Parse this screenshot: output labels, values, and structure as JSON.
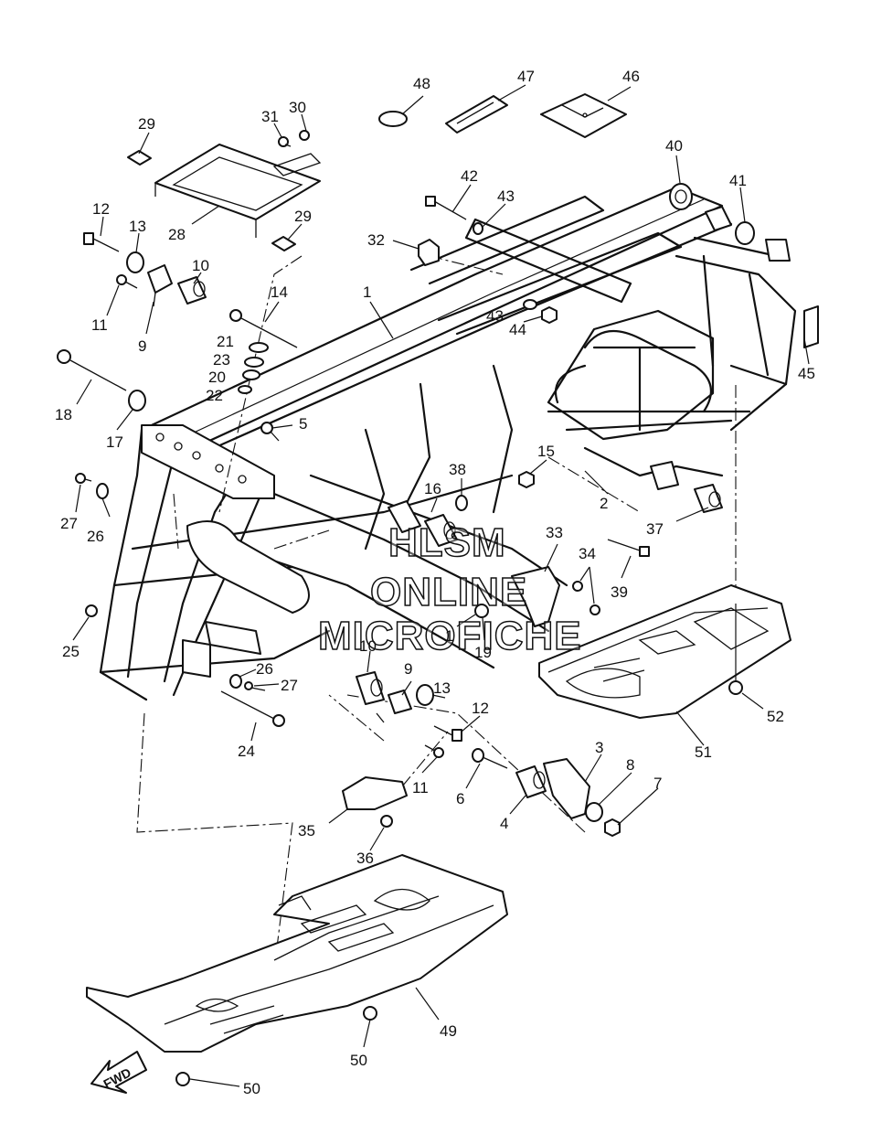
{
  "watermark": {
    "line1": "HLSM",
    "line2": "ONLINE",
    "line3": "MICROFICHE"
  },
  "direction_arrow": {
    "label": "FWD"
  },
  "callouts": {
    "c1": "1",
    "c1b": "1",
    "c2": "2",
    "c3": "3",
    "c4": "4",
    "c5": "5",
    "c6": "6",
    "c7": "7",
    "c8": "8",
    "c9a": "9",
    "c9b": "9",
    "c10a": "10",
    "c10b": "10",
    "c11a": "11",
    "c11b": "11",
    "c12a": "12",
    "c12b": "12",
    "c13a": "13",
    "c13b": "13",
    "c14": "14",
    "c15": "15",
    "c16": "16",
    "c17": "17",
    "c18": "18",
    "c19": "19",
    "c20": "20",
    "c21": "21",
    "c22": "22",
    "c23": "23",
    "c24": "24",
    "c25": "25",
    "c26a": "26",
    "c26b": "26",
    "c27a": "27",
    "c27b": "27",
    "c28": "28",
    "c29a": "29",
    "c29b": "29",
    "c30": "30",
    "c31": "31",
    "c32": "32",
    "c33": "33",
    "c34": "34",
    "c35": "35",
    "c36": "36",
    "c37": "37",
    "c38": "38",
    "c39": "39",
    "c40": "40",
    "c41": "41",
    "c42": "42",
    "c43a": "43",
    "c43b": "43",
    "c44": "44",
    "c45": "45",
    "c46": "46",
    "c47": "47",
    "c48": "48",
    "c49": "49",
    "c50": "50",
    "c51": "51",
    "c52": "52"
  }
}
